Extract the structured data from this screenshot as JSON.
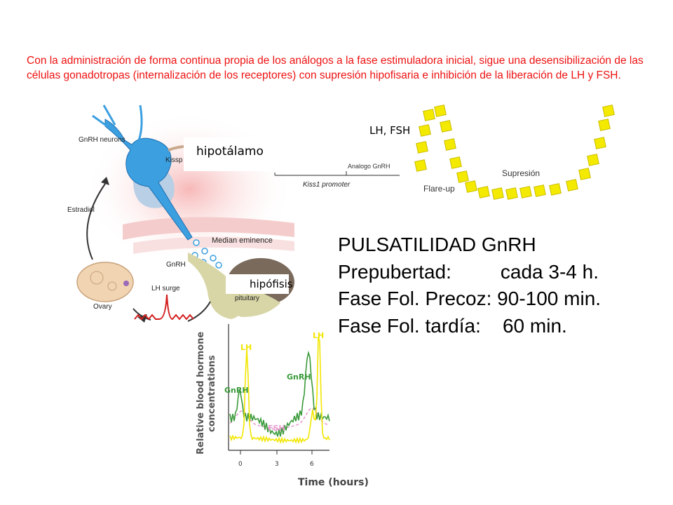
{
  "intro_text": "Con la administración de forma continua propia de los análogos a la fase estimuladora inicial, sigue una desensibilización de las células gonadotropas (internalización de los receptores) con supresión hipofisaria e inhibición de la liberación de LH y FSH.",
  "axis_diagram": {
    "gnrh_neurons": "GnRH neurons",
    "kiss_label": "Kissp",
    "kiss1_promoter": "Kiss1 promoter",
    "estradiol": "Estradiol",
    "median_eminence": "Median eminence",
    "gnrh": "GnRH",
    "lh_surge": "LH surge",
    "ovary": "Ovary",
    "pituitary": "pituitary",
    "hipotalamo": "hipotálamo",
    "hipofisis": "hipófisis"
  },
  "flare_diagram": {
    "lh_fsh": "LH, FSH",
    "analogo": "Analogo GnRH",
    "flare_up": "Flare-up",
    "supresion": "Supresión"
  },
  "pulsatility": {
    "title": "PULSATILIDAD GnRH",
    "rows": [
      "Prepubertad:         cada 3-4 h.",
      "Fase Fol. Precoz: 90-100 min.",
      "Fase Fol. tardía:    60 min."
    ]
  },
  "hormone_chart": {
    "ylabel_1": "Relative blood hormone",
    "ylabel_2": "concentrations",
    "xlabel": "Time (hours)",
    "ticks": [
      "0",
      "3",
      "6"
    ],
    "labels": {
      "lh_a": "LH",
      "lh_b": "LH",
      "gnrh_a": "GnRH",
      "gnrh_b": "GnRH",
      "fsh": "FSH"
    },
    "colors": {
      "lh": "#f2e600",
      "gnrh": "#3a9a3a",
      "fsh": "#e89ad0"
    }
  }
}
